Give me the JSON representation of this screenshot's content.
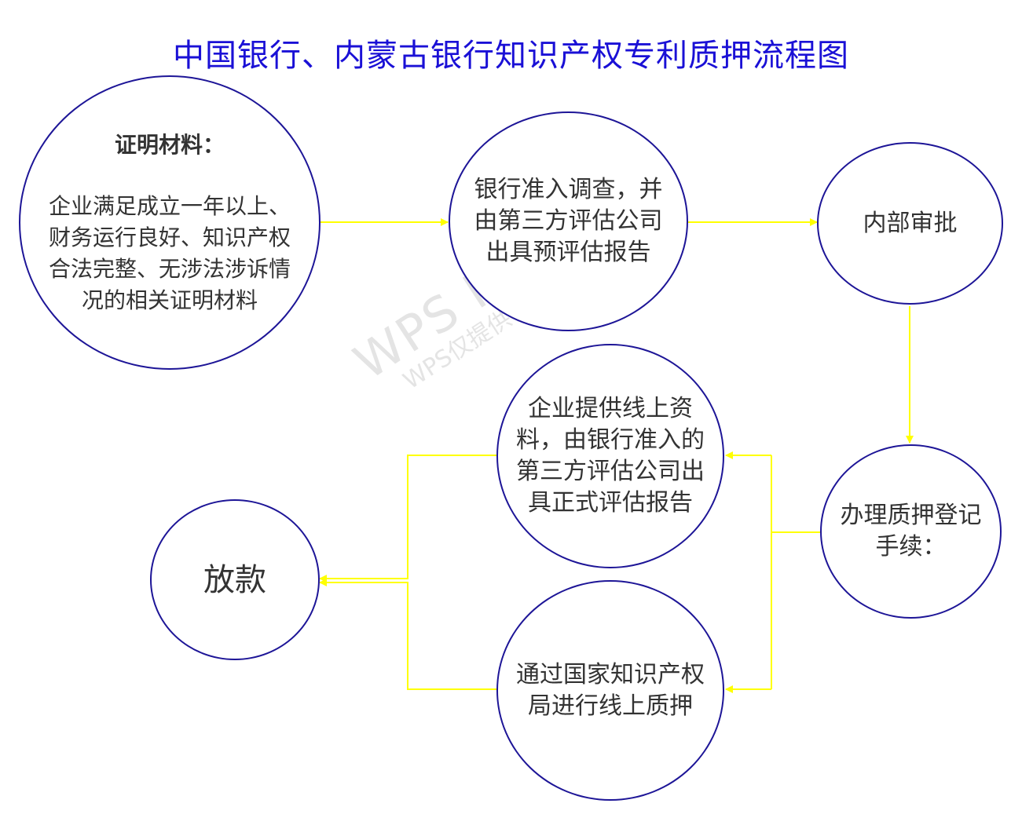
{
  "title": "中国银行、内蒙古银行知识产权专利质押流程图",
  "nodes": {
    "materials": {
      "heading": "证明材料：",
      "lines": [
        "企业满足成立一年以上、",
        "财务运行良好、知识产权",
        "合法完整、无涉法涉诉情",
        "况的相关证明材料"
      ]
    },
    "bank_survey": {
      "lines": [
        "银行准入调查，并",
        "由第三方评估公司",
        "出具预评估报告"
      ]
    },
    "internal_approval": {
      "lines": [
        "内部审批"
      ]
    },
    "pledge_registration": {
      "lines": [
        "办理质押登记",
        "手续："
      ]
    },
    "formal_report": {
      "lines": [
        "企业提供线上资",
        "料，由银行准入的",
        "第三方评估公司出",
        "具正式评估报告"
      ]
    },
    "online_pledge": {
      "lines": [
        "通过国家知识产权",
        "局进行线上质押"
      ]
    },
    "loan": {
      "lines": [
        "放款"
      ]
    }
  },
  "watermark": {
    "main": "WPS Flow",
    "sub": "WPS仅提供存储能力"
  },
  "colors": {
    "title": "#1a10d6",
    "node_border": "#1d1597",
    "connector": "#ffff00",
    "text": "#333333"
  }
}
